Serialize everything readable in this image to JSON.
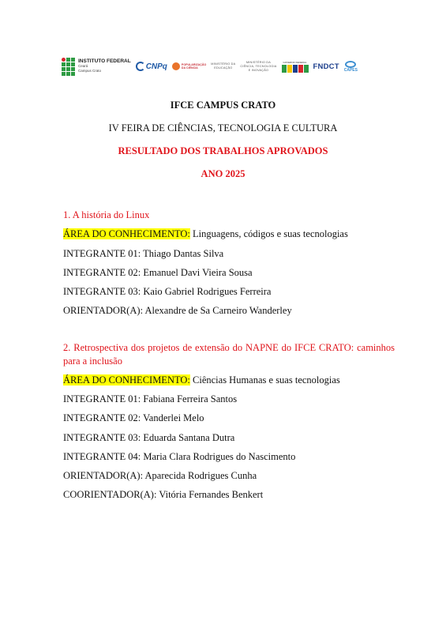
{
  "logos": {
    "if_title": "INSTITUTO FEDERAL",
    "if_sub1": "Ceará",
    "if_sub2": "Campus Crato",
    "cnpq": "CNPq",
    "popularizacao_1": "POPULARIZAÇÃO",
    "popularizacao_2": "DA CIÊNCIA",
    "mec_1": "MINISTÉRIO DA",
    "mec_2": "EDUCAÇÃO",
    "mcti_1": "MINISTÉRIO DA",
    "mcti_2": "CIÊNCIA, TECNOLOGIA",
    "mcti_3": "E INOVAÇÃO",
    "gov_top": "GOVERNO FEDERAL",
    "fndct": "FNDCT",
    "capes": "CAPES"
  },
  "header": {
    "campus": "IFCE CAMPUS CRATO",
    "event": "IV FEIRA DE CIÊNCIAS, TECNOLOGIA E CULTURA",
    "result": "RESULTADO DOS TRABALHOS APROVADOS",
    "year": "ANO 2025"
  },
  "works": [
    {
      "title": "1. A história do Linux",
      "area_label": "ÁREA DO CONHECIMENTO:",
      "area_value": " Linguagens, códigos e suas tecnologias",
      "members": [
        "INTEGRANTE 01: Thiago Dantas Silva",
        "INTEGRANTE 02: Emanuel Davi Vieira Sousa",
        "INTEGRANTE 03: Kaio Gabriel Rodrigues Ferreira",
        "ORIENTADOR(A): Alexandre de Sa Carneiro Wanderley"
      ]
    },
    {
      "title": "2. Retrospectiva dos projetos de extensão do NAPNE do IFCE CRATO: caminhos para a inclusão",
      "area_label": "ÁREA DO CONHECIMENTO:",
      "area_value": " Ciências Humanas e suas tecnologias",
      "members": [
        "INTEGRANTE 01: Fabiana Ferreira Santos",
        "INTEGRANTE 02: Vanderlei Melo",
        "INTEGRANTE 03: Eduarda Santana Dutra",
        "INTEGRANTE 04: Maria Clara Rodrigues do Nascimento",
        "ORIENTADOR(A): Aparecida Rodrigues Cunha",
        "COORIENTADOR(A): Vitória Fernandes Benkert"
      ]
    }
  ],
  "colors": {
    "title_red": "#e0141b",
    "highlight": "#ffff00"
  }
}
